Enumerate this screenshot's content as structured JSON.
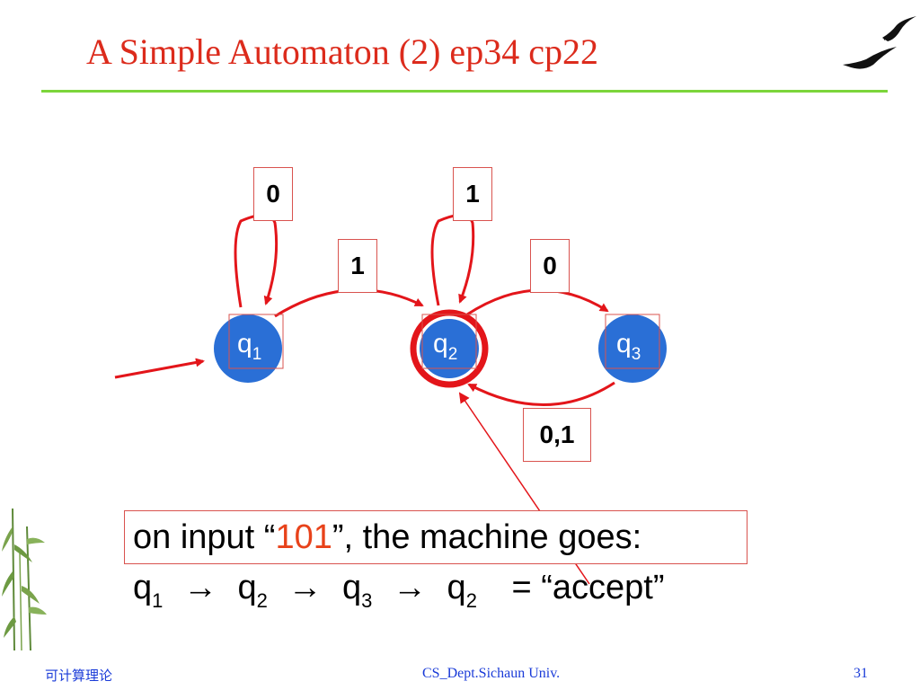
{
  "slide": {
    "title": "A Simple Automaton (2) ep34  cp22",
    "accent_color": "#dc2b1c",
    "rule_color": "#7cd53a"
  },
  "automaton": {
    "states": [
      {
        "id": "q1",
        "label": "q",
        "sub": "1",
        "start": true,
        "accept": false
      },
      {
        "id": "q2",
        "label": "q",
        "sub": "2",
        "start": false,
        "accept": true
      },
      {
        "id": "q3",
        "label": "q",
        "sub": "3",
        "start": false,
        "accept": false
      }
    ],
    "transitions": [
      {
        "from": "q1",
        "to": "q1",
        "label": "0"
      },
      {
        "from": "q1",
        "to": "q2",
        "label": "1"
      },
      {
        "from": "q2",
        "to": "q2",
        "label": "1"
      },
      {
        "from": "q2",
        "to": "q3",
        "label": "0"
      },
      {
        "from": "q3",
        "to": "q2",
        "label": "0,1"
      }
    ],
    "state_color": "#2a6fd6",
    "accept_ring_color": "#e3151a",
    "arrow_color": "#e3151a"
  },
  "caption": {
    "line1_prefix": "on input “",
    "line1_input": "101",
    "line1_suffix": "”, the machine goes:",
    "line2": {
      "steps": [
        {
          "label": "q",
          "sub": "1"
        },
        {
          "label": "q",
          "sub": "2"
        },
        {
          "label": "q",
          "sub": "3"
        },
        {
          "label": "q",
          "sub": "2"
        }
      ],
      "arrow": "→",
      "result": "= “accept”"
    }
  },
  "footer": {
    "left": "可计算理论",
    "center": "CS_Dept.Sichaun Univ.",
    "page": "31"
  },
  "decorations": {
    "top_right": "birds-icon",
    "bottom_left": "bamboo-icon"
  }
}
